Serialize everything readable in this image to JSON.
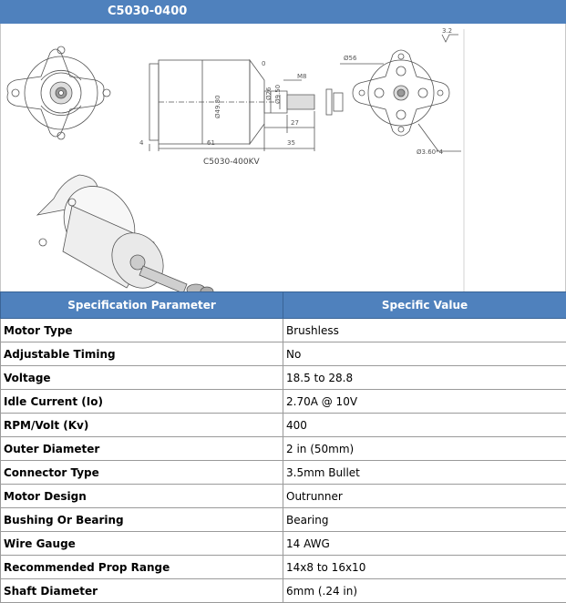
{
  "title": "C5030-0400",
  "drawing": {
    "model_label": "C5030-400KV",
    "surface_finish": "3.2",
    "dimensions": {
      "d_4980": "Ø49.80",
      "d_26": "Ø26",
      "d_950": "Ø9.50",
      "thread": "M8",
      "zero": "0",
      "len_4": "4",
      "len_61": "61",
      "len_27": "27",
      "len_35": "35",
      "d_56": "Ø56",
      "holes": "Ø3.60*4"
    }
  },
  "table": {
    "headers": [
      "Specification Parameter",
      "Specific Value"
    ],
    "rows": [
      {
        "param": "Motor Type",
        "value": "Brushless"
      },
      {
        "param": "Adjustable Timing",
        "value": "No"
      },
      {
        "param": "Voltage",
        "value": "18.5 to 28.8"
      },
      {
        "param": "Idle Current (Io)",
        "value": "2.70A @ 10V"
      },
      {
        "param": "RPM/Volt (Kv)",
        "value": "400"
      },
      {
        "param": "Outer Diameter",
        "value": "2 in (50mm)"
      },
      {
        "param": "Connector Type",
        "value": "3.5mm Bullet"
      },
      {
        "param": "Motor Design",
        "value": "Outrunner"
      },
      {
        "param": "Bushing Or Bearing",
        "value": "Bearing"
      },
      {
        "param": "Wire Gauge",
        "value": "14 AWG"
      },
      {
        "param": "Recommended Prop Range",
        "value": "14x8 to 16x10"
      },
      {
        "param": "Shaft Diameter",
        "value": "6mm (.24 in)"
      }
    ]
  },
  "colors": {
    "header_blue": "#4f81bd",
    "line": "#555555"
  }
}
